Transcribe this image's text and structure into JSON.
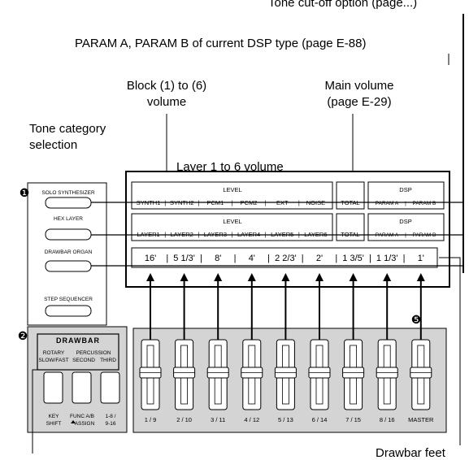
{
  "callouts": {
    "top_cut": "Tone cut-off option (page...)",
    "param_ab": "PARAM A, PARAM B of current DSP type (page E-88)",
    "block_volume_line1": "Block (1) to (6)",
    "block_volume_line2": "volume",
    "main_volume_line1": "Main volume",
    "main_volume_line2": "(page E-29)",
    "tone_category_line1": "Tone category",
    "tone_category_line2": "selection",
    "layer_volume": "Layer 1 to 6 volume",
    "drawbar_feet": "Drawbar feet"
  },
  "markers": {
    "one": "❶",
    "two": "❷",
    "five": "❺"
  },
  "left_panel": {
    "solo_synth": "SOLO SYNTHESIZER",
    "hex_layer": "HEX LAYER",
    "drawbar_organ": "DRAWBAR ORGAN",
    "step_sequencer": "STEP SEQUENCER",
    "drawbar_title": "DRAWBAR",
    "rotary_1": "ROTARY",
    "rotary_2": "SLOW/FAST",
    "percussion": "PERCUSSION",
    "second": "SECOND",
    "third": "THIRD",
    "key_1": "KEY",
    "key_2": "SHIFT",
    "func_1": "FUNC A/B",
    "func_2": "ASSIGN",
    "range_1": "1-8 /",
    "range_2": "9-16"
  },
  "display": {
    "row1": {
      "level": "LEVEL",
      "cells": [
        "SYNTH1",
        "SYNTH2",
        "PCM1",
        "PCM2",
        "EXT",
        "NOISE"
      ],
      "total": "TOTAL",
      "dsp": "DSP",
      "param_a": "PARAM A",
      "param_b": "PARAM B"
    },
    "row2": {
      "level": "LEVEL",
      "cells": [
        "LAYER1",
        "LAYER2",
        "LAYER3",
        "LAYER4",
        "LAYER5",
        "LAYER6"
      ],
      "total": "TOTAL",
      "dsp": "DSP",
      "param_a": "PARAM A",
      "param_b": "PARAM B"
    },
    "feet": [
      "16'",
      "5 1/3'",
      "8'",
      "4'",
      "2 2/3'",
      "2'",
      "1 3/5'",
      "1 1/3'",
      "1'"
    ]
  },
  "sliders": [
    "1 / 9",
    "2 / 10",
    "3 / 11",
    "4 / 12",
    "5 / 13",
    "6 / 14",
    "7 / 15",
    "8 / 16",
    "MASTER"
  ],
  "colors": {
    "panel_gray": "#d4d4d4",
    "line": "#000000",
    "lcd_bg": "#ffffff"
  }
}
